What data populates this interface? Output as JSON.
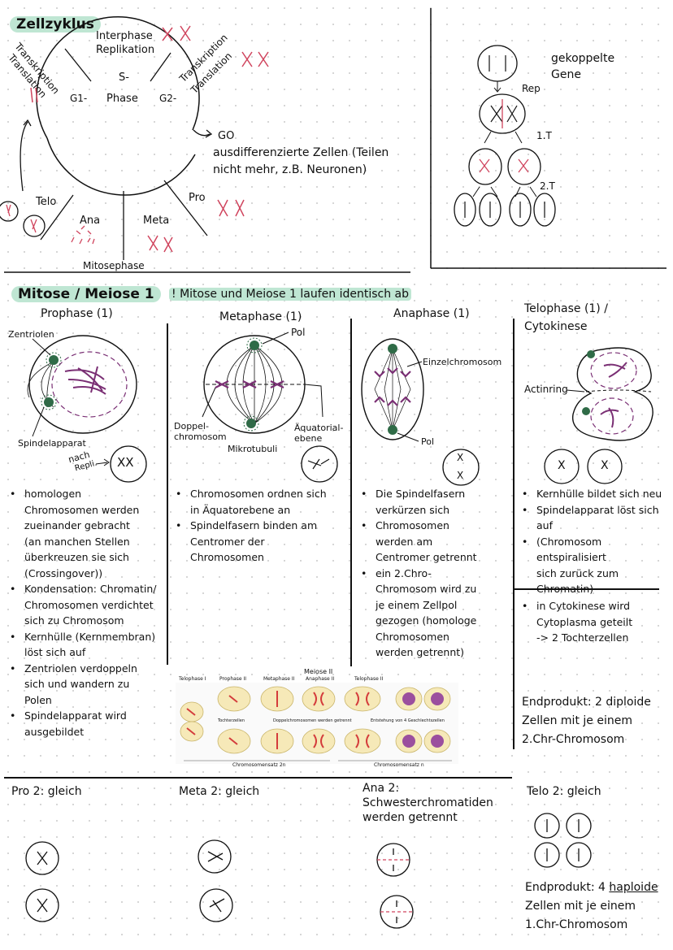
{
  "zellzyklus": {
    "title": "Zellzyklus",
    "interphase": "Interphase",
    "replikation": "Replikation",
    "transkription_left": "Transkription",
    "translation_left": "Translation",
    "transkription_right": "Transkription",
    "translation_right": "Translation",
    "s_phase_1": "S-",
    "s_phase_2": "Phase",
    "g1": "G1-",
    "g2": "G2-",
    "go": "GO",
    "go_desc_1": "ausdifferenzierte Zellen (Teilen",
    "go_desc_2": "nicht mehr, z.B. Neuronen)",
    "telo": "Telo",
    "ana": "Ana",
    "meta": "Meta",
    "pro": "Pro",
    "mitosephase": "Mitosephase"
  },
  "gekoppelt": {
    "label_1": "gekoppelte",
    "label_2": "Gene",
    "rep": "Rep",
    "t1": "1.T",
    "t2": "2.T"
  },
  "section2": {
    "title": "Mitose / Meiose 1",
    "note": "! Mitose und Meiose 1 laufen identisch ab"
  },
  "prophase": {
    "title": "Prophase (1)",
    "zentriolen": "Zentriolen",
    "spindelapparat": "Spindelapparat",
    "nach": "nach",
    "repli": "Repli.",
    "bullets": [
      [
        "homologen",
        "Chromosomen werden",
        "zueinander gebracht",
        "(an manchen Stellen",
        "überkreuzen sie sich",
        "(Crossingover))"
      ],
      [
        "Kondensation: Chromatin/",
        "Chromosomen verdichtet",
        "sich zu Chromosom"
      ],
      [
        "Kernhülle (Kernmembran)",
        "löst sich auf"
      ],
      [
        "Zentriolen verdoppeln",
        "sich und wandern zu",
        "Polen"
      ],
      [
        "Spindelapparat wird",
        "ausgebildet"
      ]
    ]
  },
  "metaphase": {
    "title": "Metaphase (1)",
    "pol": "Pol",
    "doppel_1": "Doppel-",
    "doppel_2": "chromosom",
    "mikrotubuli": "Mikrotubuli",
    "aequatorial_1": "Äquatorial-",
    "aequatorial_2": "ebene",
    "bullets": [
      [
        "Chromosomen ordnen sich",
        "in Äquatorebene an"
      ],
      [
        "Spindelfasern binden am",
        "Centromer der",
        "Chromosomen"
      ]
    ]
  },
  "anaphase": {
    "title": "Anaphase (1)",
    "einzel": "Einzelchromosom",
    "pol": "Pol",
    "bullets": [
      [
        "Die Spindelfasern",
        "verkürzen sich"
      ],
      [
        "Chromosomen",
        "werden am",
        "Centromer getrennt"
      ],
      [
        "ein 2.Chro-",
        "Chromosom wird zu",
        "je einem Zellpol",
        "gezogen (homologe",
        "Chromosomen",
        "werden getrennt)"
      ]
    ]
  },
  "telophase": {
    "title_1": "Telophase (1) /",
    "title_2": "Cytokinese",
    "actinring": "Actinring",
    "bullets": [
      [
        "Kernhülle bildet sich neu"
      ],
      [
        "Spindelapparat löst sich",
        "auf"
      ],
      [
        "(Chromosom entspiralisiert",
        "sich zurück zum",
        "Chromatin)"
      ]
    ],
    "bullets2": [
      [
        "in Cytokinese wird",
        "Cytoplasma geteilt",
        "-> 2 Tochterzellen"
      ]
    ],
    "endprodukt_1": "Endprodukt: 2 diploide",
    "endprodukt_2": "Zellen mit je einem",
    "endprodukt_3": "2.Chr-Chromosom"
  },
  "meiose_strip": {
    "title": "Meiose II",
    "phases": [
      "Telophase I",
      "Prophase II",
      "Metaphase II",
      "Anaphase II",
      "Telophase II"
    ],
    "caption_top_1": "Tochterzellen",
    "caption_top_2": "Doppelchromosomen werden getrennt",
    "caption_top_3": "Entstehung von 4 Geschlechtszellen",
    "caption_bottom_1": "Chromosomensatz 2n",
    "caption_bottom_2": "Chromosomensatz n"
  },
  "meiose2": {
    "pro2": "Pro 2: gleich",
    "meta2": "Meta 2: gleich",
    "ana2_1": "Ana 2:",
    "ana2_2": "Schwesterchromatiden",
    "ana2_3": "werden getrennt",
    "telo2": "Telo 2: gleich",
    "end_1": "Endprodukt: 4",
    "end_haploide": "haploide",
    "end_2": "Zellen mit je einem",
    "end_3": "1.Chr-Chromosom"
  },
  "colors": {
    "highlight": "#bfe6d3",
    "red_mark": "#d0455e",
    "purple_chromosome": "#7a2f74",
    "centriole_green": "#2f6b47"
  }
}
